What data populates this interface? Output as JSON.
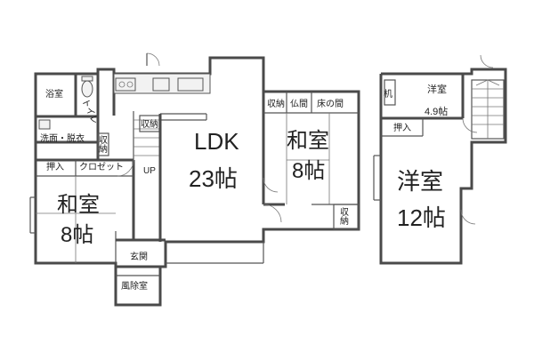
{
  "rooms": {
    "bath": "浴室",
    "wash": "洗面・脱衣",
    "storage_small": "収納",
    "storage_ldk": "収納",
    "butsudan": "仏間",
    "tokonoma": "床の間",
    "storage_wa": "収納",
    "storage_wa2": "収納",
    "oshiire_left": "押入",
    "closet": "クロゼット",
    "wa_left_name": "和室",
    "wa_left_size": "8帖",
    "ldk_name": "LDK",
    "ldk_size": "23帖",
    "wa_center_name": "和室",
    "wa_center_size": "8帖",
    "entrance": "玄関",
    "windbreak": "風除室",
    "toilet": "トイレ",
    "up": "UP",
    "you_small_name": "洋室",
    "you_small_size": "4.9帖",
    "desk": "机",
    "oshiire_right": "押入",
    "you_large_name": "洋室",
    "you_large_size": "12帖"
  }
}
